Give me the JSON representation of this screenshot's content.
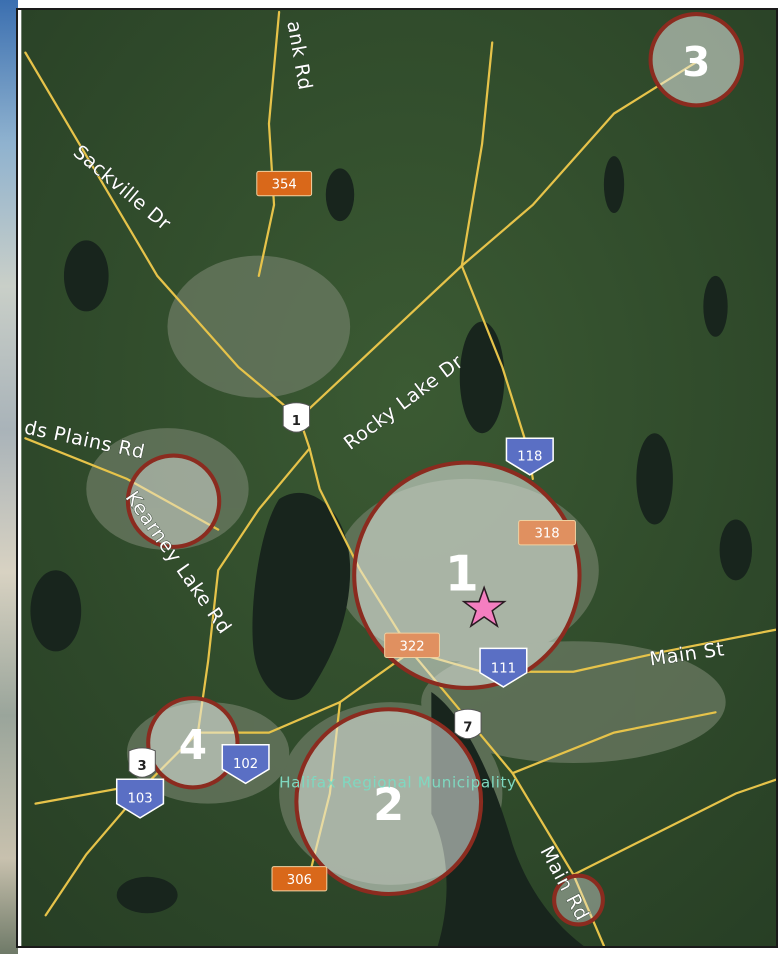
{
  "map": {
    "region_label": "Halifax Regional Municipality",
    "road_labels": {
      "sackville": "Sackville Dr",
      "rocky_lake": "Rocky Lake Dr",
      "hammonds_plains": "ds Plains Rd",
      "kearney_lake": "Kearney Lake Rd",
      "main_st": "Main St",
      "main_rd": "Main Rd",
      "bank_rd": "ank Rd"
    },
    "route_shields": {
      "r354": "354",
      "r1": "1",
      "r118": "118",
      "r318": "318",
      "r322": "322",
      "r111": "111",
      "r7": "7",
      "r3": "3",
      "r102": "102",
      "r103": "103",
      "r306": "306"
    },
    "clusters": {
      "c1": "1",
      "c2": "2",
      "c3": "3",
      "c4": "4",
      "c5": ""
    },
    "marker": "star-marker",
    "colors": {
      "cluster_ring": "#8b2b1f",
      "cluster_fill": "#e8ece8",
      "star": "#f47ec0",
      "orange_shield": "#d9681a",
      "blue_shield": "#5a6fc4",
      "road": "#e6c34a",
      "forest": "#2f4a2b",
      "water": "#1c2a22"
    }
  }
}
